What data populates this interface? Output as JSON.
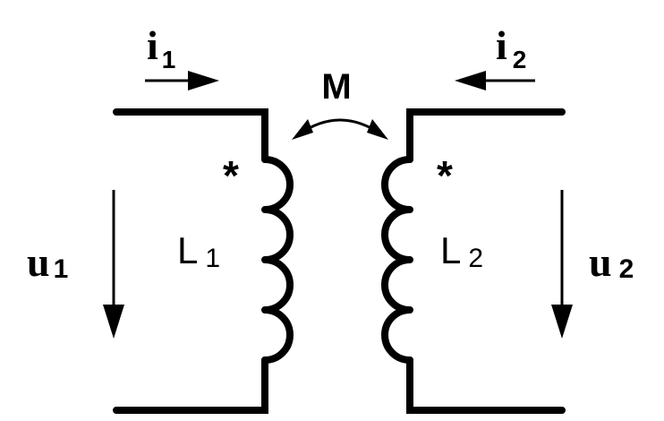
{
  "primary": {
    "current_symbol": "i",
    "current_subscript": "1",
    "voltage_symbol": "u",
    "voltage_subscript": "1",
    "inductor_symbol": "L",
    "inductor_subscript": "1",
    "dot_marker": "*"
  },
  "secondary": {
    "current_symbol": "i",
    "current_subscript": "2",
    "voltage_symbol": "u",
    "voltage_subscript": "2",
    "inductor_symbol": "L",
    "inductor_subscript": "2",
    "dot_marker": "*"
  },
  "coupling": {
    "label": "M"
  }
}
